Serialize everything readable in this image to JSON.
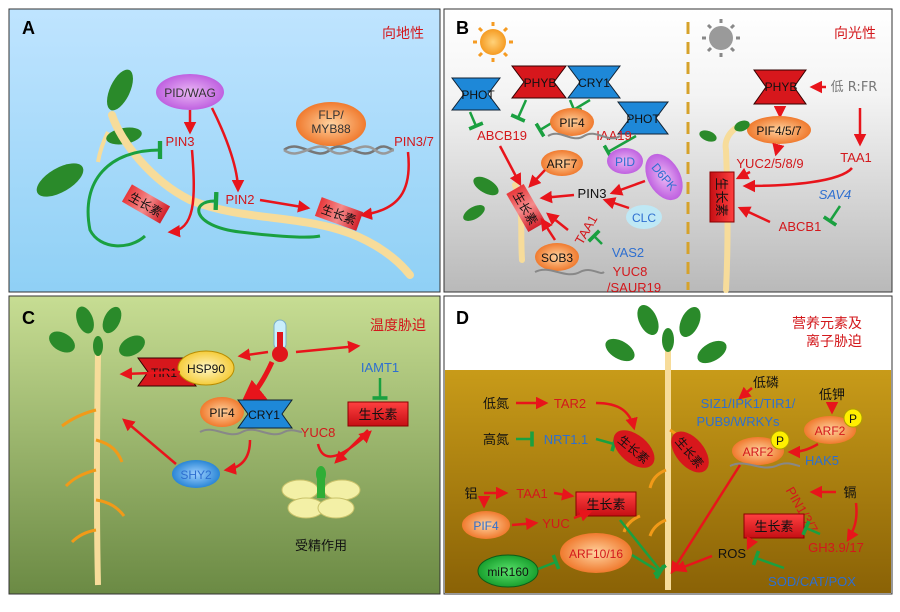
{
  "panels": {
    "A": {
      "letter": "A",
      "title": "向地性"
    },
    "B": {
      "letter": "B",
      "title": "向光性"
    },
    "C": {
      "letter": "C",
      "title": "温度胁迫"
    },
    "D": {
      "letter": "D",
      "title_line1": "营养元素及",
      "title_line2": "离子胁迫"
    }
  },
  "auxin_label": "生长素",
  "labels": {
    "a_pid_wag": "PID/WAG",
    "a_pin3": "PIN3",
    "a_pin2": "PIN2",
    "a_flp_line1": "FLP/",
    "a_flp_line2": "MYB88",
    "a_pin37": "PIN3/7",
    "b_phot1": "PHOT",
    "b_phyb1": "PHYB",
    "b_cry1": "CRY1",
    "b_phot2": "PHOT",
    "b_abcb19": "ABCB19",
    "b_pif4": "PIF4",
    "b_iaa19": "IAA19",
    "b_arf7": "ARF7",
    "b_pid": "PID",
    "b_d6pk": "D6PK",
    "b_pin3": "PIN3",
    "b_clc": "CLC",
    "b_vas2": "VAS2",
    "b_taa1": "TAA1",
    "b_sob3": "SOB3",
    "b_yuc8": "YUC8",
    "b_saur19": "/SAUR19",
    "b_phyb2": "PHYB",
    "b_lowrfr": "低 R:FR",
    "b_pif457": "PIF4/5/7",
    "b_yuc": "YUC2/5/8/9",
    "b_taa1r": "TAA1",
    "b_sav4": "SAV4",
    "b_abcb1": "ABCB1",
    "c_tir1": "TIR1",
    "c_hsp90": "HSP90",
    "c_iamt1": "IAMT1",
    "c_pif4": "PIF4",
    "c_cry1": "CRY1",
    "c_yuc8": "YUC8",
    "c_shy2": "SHY2",
    "c_fert": "受精作用",
    "d_lowN": "低氮",
    "d_tar2": "TAR2",
    "d_highN": "高氮",
    "d_nrt": "NRT1.1",
    "d_lowP": "低磷",
    "d_siz_line1": "SIZ1/IPK1/TIR1/",
    "d_siz_line2": "PUB9/WRKYs",
    "d_lowK": "低钾",
    "d_arf2a": "ARF2",
    "d_p": "P",
    "d_arf2b": "ARF2",
    "d_hak5": "HAK5",
    "d_al": "铝",
    "d_taa1": "TAA1",
    "d_cd": "镉",
    "d_pin": "PIN1/3/7",
    "d_pif4": "PIF4",
    "d_yuc": "YUC",
    "d_gh3": "GH3.9/17",
    "d_ros": "ROS",
    "d_mir": "miR160",
    "d_arf1016": "ARF10/16",
    "d_sod": "SOD/CAT/POX"
  },
  "colors": {
    "activate": "#e8141b",
    "inhibit": "#1aa040",
    "blue_text": "#2e6fd0",
    "red_text": "#d3181c"
  }
}
